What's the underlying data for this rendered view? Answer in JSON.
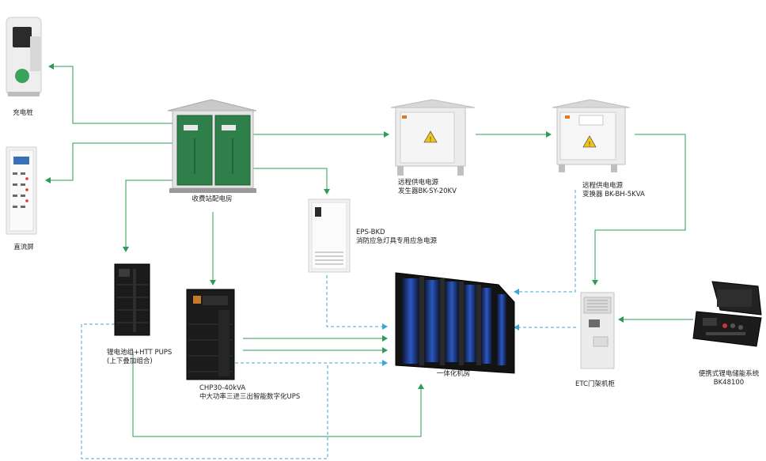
{
  "nodes": {
    "charging_pile": {
      "label": "充电桩"
    },
    "dc_screen": {
      "label": "直流屏"
    },
    "substation": {
      "label": "收费站配电房"
    },
    "remote_generator": {
      "label_1": "远程供电电源",
      "label_2": "发生器BK-SY-20KV"
    },
    "remote_converter": {
      "label_1": "远程供电电源",
      "label_2": "变换器 BK-BH-5KVA"
    },
    "eps": {
      "label_1": "EPS-BKD",
      "label_2": "消防应急灯具专用应急电源"
    },
    "battery_ups": {
      "label_1": "锂电池组+HTT PUPS",
      "label_2": "(上下叠加组合)"
    },
    "chp_ups": {
      "label_1": "CHP30-40kVA",
      "label_2": "中大功率三进三出智能数字化UPS"
    },
    "integrated_room": {
      "label": "一体化机房"
    },
    "etc_cabinet": {
      "label": "ETC门架机柜"
    },
    "portable_storage": {
      "label_1": "便携式锂电储能系统",
      "label_2": "BK48100"
    }
  },
  "colors": {
    "power_line": "#2e9b57",
    "backup_line": "#3fa7cf",
    "cabinet_green": "#2f7f4a",
    "cabinet_grey": "#e9e9e9",
    "ups_black": "#1b1b1b",
    "rack_blue": "#2d5fd6"
  }
}
